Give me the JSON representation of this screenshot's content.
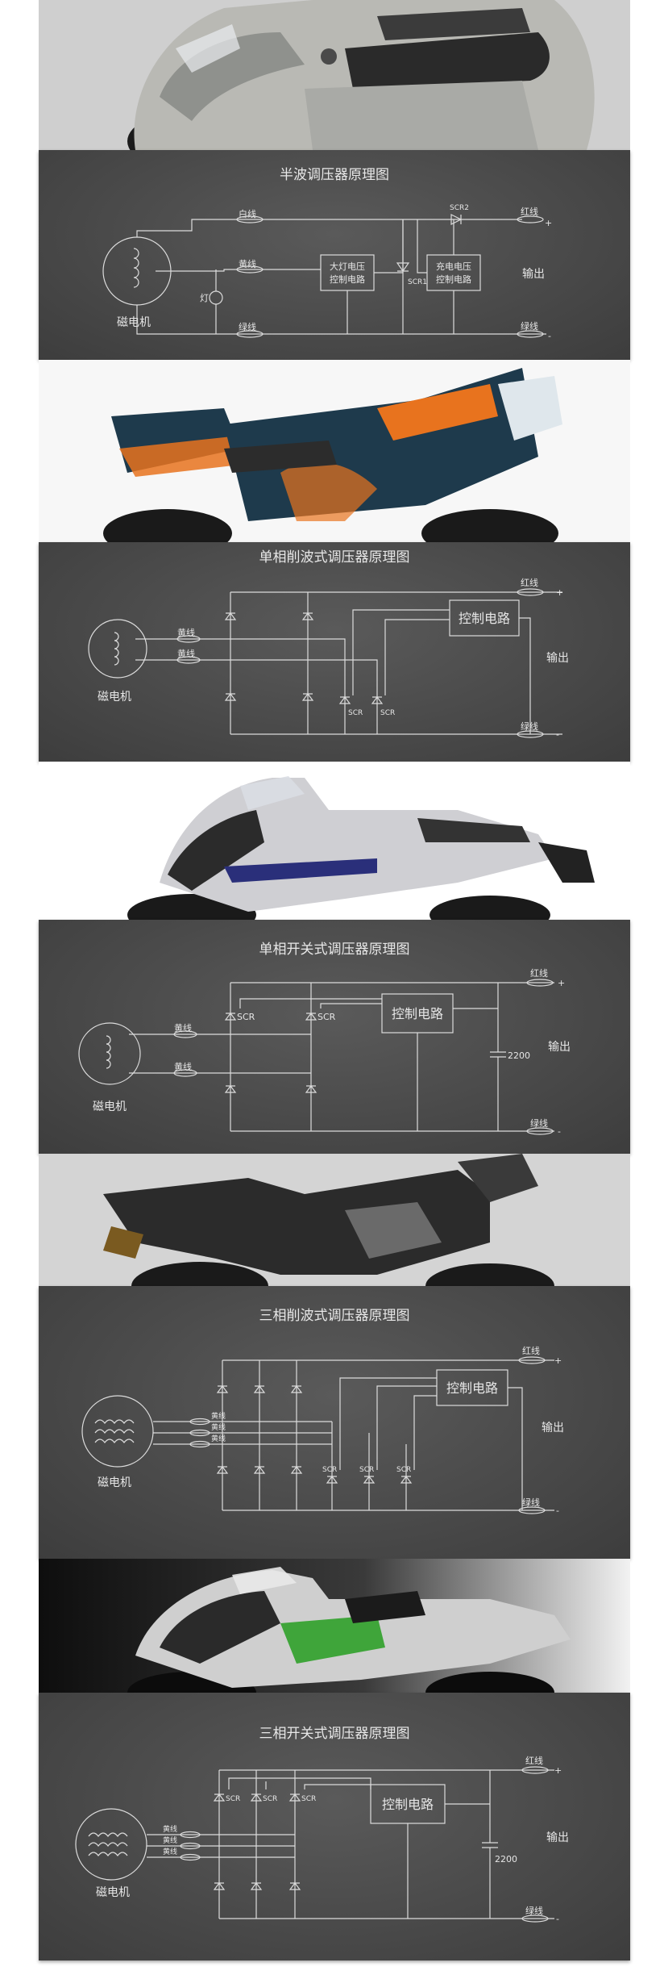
{
  "diagrams": [
    {
      "title": "半波调压器原理图",
      "generator": "磁电机",
      "lamp": "灯",
      "wire_white": "白线",
      "wire_yellow": "黄线",
      "wire_green_in": "绿线",
      "block_lamp": [
        "大灯电压",
        "控制电路"
      ],
      "block_charge": [
        "充电电压",
        "控制电路"
      ],
      "scr1": "SCR1",
      "scr2": "SCR2",
      "out_red": "红线",
      "out_green": "绿线",
      "output": "输出",
      "plus": "+",
      "minus": "-"
    },
    {
      "title": "单相削波式调压器原理图",
      "generator": "磁电机",
      "wire_yellow_1": "黄线",
      "wire_yellow_2": "黄线",
      "control": "控制电路",
      "scr_a": "SCR",
      "scr_b": "SCR",
      "out_red": "红线",
      "out_green": "绿线",
      "output": "输出",
      "plus": "+",
      "minus": "-"
    },
    {
      "title": "单相开关式调压器原理图",
      "generator": "磁电机",
      "wire_yellow_1": "黄线",
      "wire_yellow_2": "黄线",
      "control": "控制电路",
      "scr_a": "SCR",
      "scr_b": "SCR",
      "cap": "2200",
      "out_red": "红线",
      "out_green": "绿线",
      "output": "输出",
      "plus": "+",
      "minus": "-"
    },
    {
      "title": "三相削波式调压器原理图",
      "generator": "磁电机",
      "wire_yellow": [
        "黄线",
        "黄线",
        "黄线"
      ],
      "control": "控制电路",
      "scr": [
        "SCR",
        "SCR",
        "SCR"
      ],
      "out_red": "红线",
      "out_green": "绿线",
      "output": "输出",
      "plus": "+",
      "minus": "-"
    },
    {
      "title": "三相开关式调压器原理图",
      "generator": "磁电机",
      "wire_yellow": [
        "黄线",
        "黄线",
        "黄线"
      ],
      "control": "控制电路",
      "scr": [
        "SCR",
        "SCR",
        "SCR"
      ],
      "cap": "2200",
      "out_red": "红线",
      "out_green": "绿线",
      "output": "输出",
      "plus": "+",
      "minus": "-"
    }
  ],
  "photos": [
    {
      "subject": "scooter-motorcycle",
      "body_color": "#b9b9b4"
    },
    {
      "subject": "touring-motorcycle",
      "body_color": "#1e3a4c",
      "accent": "#e8731e"
    },
    {
      "subject": "sport-motorcycle",
      "body_color": "#cfcfd3",
      "accent": "#2a2f7a"
    },
    {
      "subject": "naked-motorcycle",
      "body_color": "#2b2b2b"
    },
    {
      "subject": "supersport-motorcycle",
      "body_color": "#cfcfcf",
      "accent": "#3fa53a"
    }
  ]
}
